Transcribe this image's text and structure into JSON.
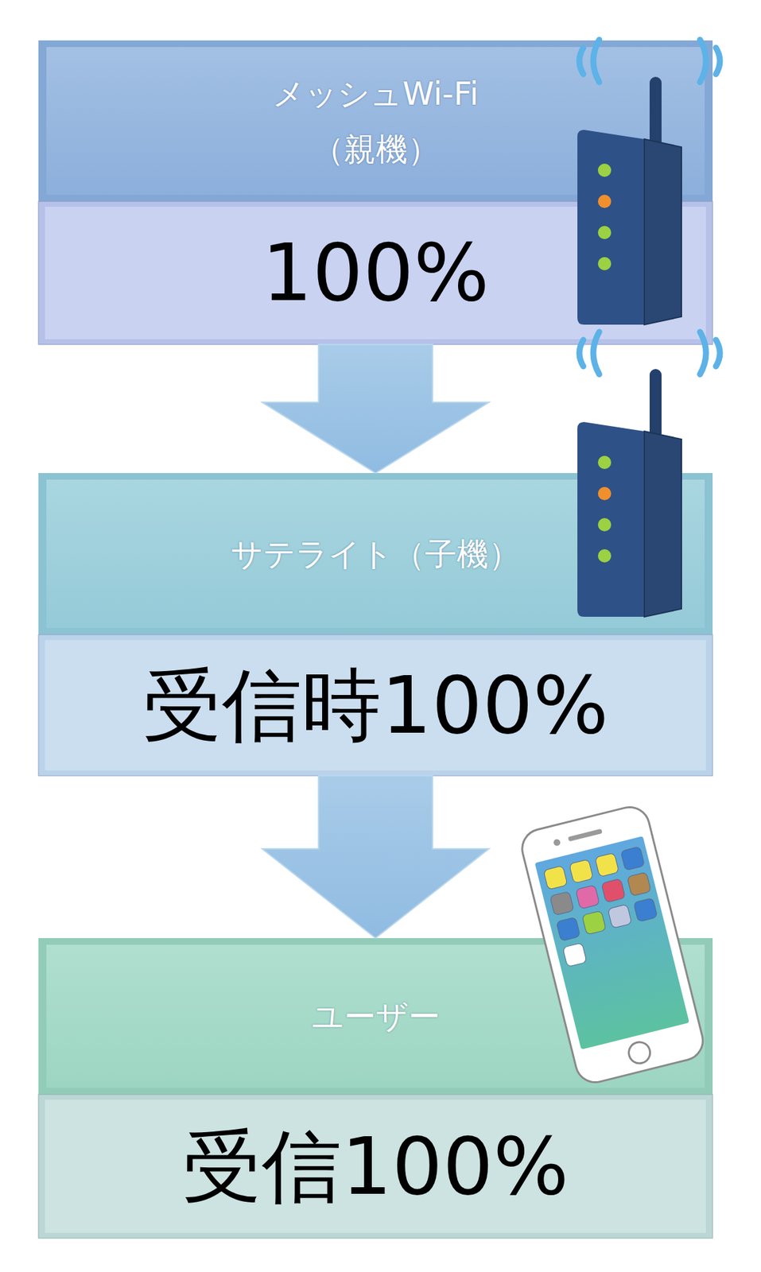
{
  "diagram": {
    "nodes": [
      {
        "text": [
          "メッシュWi-Fi （親機）",
          "100%"
        ]
      },
      {
        "text": [
          "サテライト（子機）",
          "受信時100%"
        ]
      },
      {
        "text": [
          "ユーザー",
          "受信100%"
        ]
      }
    ],
    "edges": [
      {
        "from": 0,
        "to": 1,
        "arrow": "to"
      },
      {
        "from": 1,
        "to": 2,
        "arrow": "to"
      }
    ]
  }
}
